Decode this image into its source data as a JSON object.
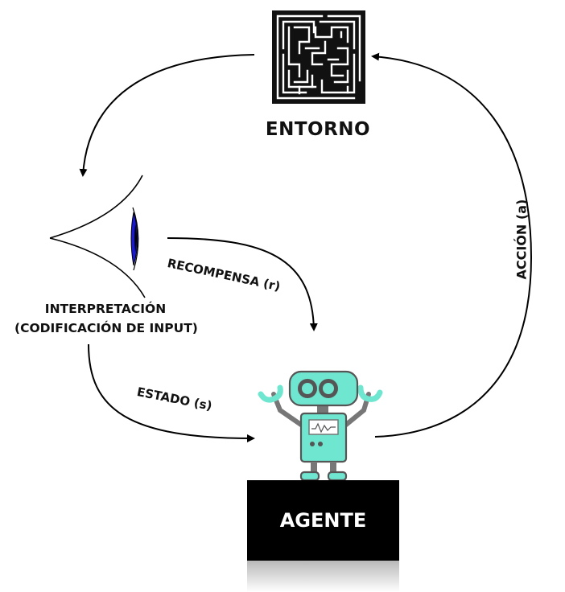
{
  "nodes": {
    "environment": {
      "label": "ENTORNO",
      "icon": "maze-icon"
    },
    "interpretation": {
      "label_line1": "INTERPRETACIÓN",
      "label_line2": "(CODIFICACIÓN DE INPUT)",
      "icon": "eye-icon"
    },
    "agent": {
      "label": "AGENTE",
      "icon": "robot-icon"
    }
  },
  "edges": [
    {
      "from": "environment",
      "to": "interpretation",
      "label": ""
    },
    {
      "from": "interpretation",
      "to": "agent",
      "label": "RECOMPENSA (r)"
    },
    {
      "from": "interpretation",
      "to": "agent",
      "label": "ESTADO (s)"
    },
    {
      "from": "agent",
      "to": "environment",
      "label": "ACCIÓN (a)"
    }
  ],
  "colors": {
    "robot_body": "#6fe6cf",
    "robot_outline": "#555555",
    "eye_iris": "#1a1ad6",
    "agent_box": "#000000",
    "text": "#111111"
  }
}
